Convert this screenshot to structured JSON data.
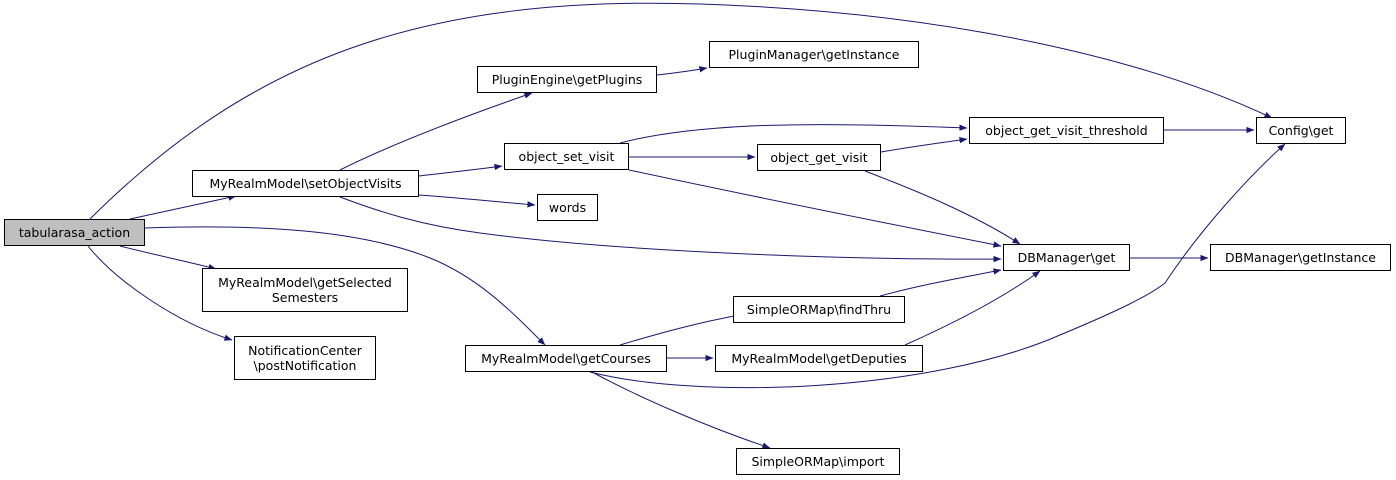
{
  "graph": {
    "edge_color": "#191970",
    "root_fill": "#bfbfbf",
    "nodes": {
      "tabularasa": {
        "lines": [
          "tabularasa_action"
        ]
      },
      "setobj": {
        "lines": [
          "MyRealmModel\\setObjectVisits"
        ]
      },
      "getsel": {
        "lines": [
          "MyRealmModel\\getSelected",
          "Semesters"
        ]
      },
      "notif": {
        "lines": [
          "NotificationCenter",
          "\\postNotification"
        ]
      },
      "plugeng": {
        "lines": [
          "PluginEngine\\getPlugins"
        ]
      },
      "plugmgr": {
        "lines": [
          "PluginManager\\getInstance"
        ]
      },
      "objset": {
        "lines": [
          "object_set_visit"
        ]
      },
      "words": {
        "lines": [
          "words"
        ]
      },
      "getcourses": {
        "lines": [
          "MyRealmModel\\getCourses"
        ]
      },
      "objget": {
        "lines": [
          "object_get_visit"
        ]
      },
      "objthr": {
        "lines": [
          "object_get_visit_threshold"
        ]
      },
      "configget": {
        "lines": [
          "Config\\get"
        ]
      },
      "dbget": {
        "lines": [
          "DBManager\\get"
        ]
      },
      "dbinst": {
        "lines": [
          "DBManager\\getInstance"
        ]
      },
      "findthru": {
        "lines": [
          "SimpleORMap\\findThru"
        ]
      },
      "deputies": {
        "lines": [
          "MyRealmModel\\getDeputies"
        ]
      },
      "import": {
        "lines": [
          "SimpleORMap\\import"
        ]
      }
    },
    "edges": [
      {
        "from": "tabularasa",
        "to": "configget"
      },
      {
        "from": "tabularasa",
        "to": "setobj"
      },
      {
        "from": "tabularasa",
        "to": "getsel"
      },
      {
        "from": "tabularasa",
        "to": "notif"
      },
      {
        "from": "tabularasa",
        "to": "getcourses"
      },
      {
        "from": "setobj",
        "to": "plugeng"
      },
      {
        "from": "setobj",
        "to": "objset"
      },
      {
        "from": "setobj",
        "to": "words"
      },
      {
        "from": "setobj",
        "to": "dbget"
      },
      {
        "from": "plugeng",
        "to": "plugmgr"
      },
      {
        "from": "objset",
        "to": "objthr"
      },
      {
        "from": "objset",
        "to": "objget"
      },
      {
        "from": "objset",
        "to": "dbget"
      },
      {
        "from": "objget",
        "to": "objthr"
      },
      {
        "from": "objget",
        "to": "dbget"
      },
      {
        "from": "objthr",
        "to": "configget"
      },
      {
        "from": "dbget",
        "to": "dbinst"
      },
      {
        "from": "getcourses",
        "to": "findthru"
      },
      {
        "from": "getcourses",
        "to": "deputies"
      },
      {
        "from": "getcourses",
        "to": "configget"
      },
      {
        "from": "getcourses",
        "to": "import"
      },
      {
        "from": "findthru",
        "to": "dbget"
      },
      {
        "from": "deputies",
        "to": "dbget"
      }
    ]
  }
}
